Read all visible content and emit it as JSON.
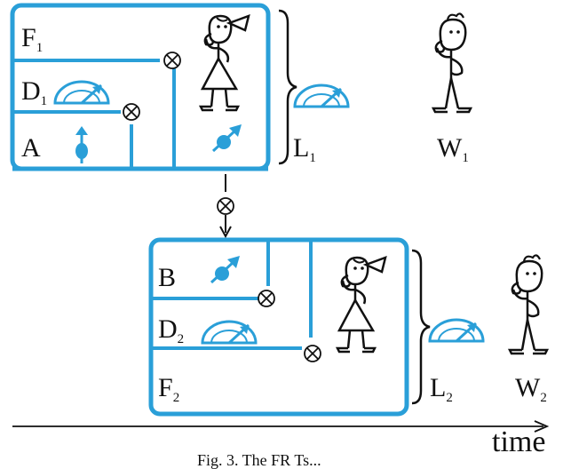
{
  "colors": {
    "frame": "#2a9fd8",
    "stroke": "#111111",
    "background": "#ffffff"
  },
  "top_system": {
    "labels": [
      {
        "letter": "F",
        "index": "1"
      },
      {
        "letter": "D",
        "index": "1"
      },
      {
        "letter": "A",
        "index": ""
      }
    ],
    "outer_label": {
      "letter": "L",
      "index": "1"
    },
    "observer_label": {
      "letter": "W",
      "index": "1"
    }
  },
  "bottom_system": {
    "labels": [
      {
        "letter": "B",
        "index": ""
      },
      {
        "letter": "D",
        "index": "2"
      },
      {
        "letter": "F",
        "index": "2"
      }
    ],
    "outer_label": {
      "letter": "L",
      "index": "2"
    },
    "observer_label": {
      "letter": "W",
      "index": "2"
    }
  },
  "connector_symbol": "⊗",
  "axis_label": "time",
  "caption": "Fig. 3. The FR Ts..."
}
